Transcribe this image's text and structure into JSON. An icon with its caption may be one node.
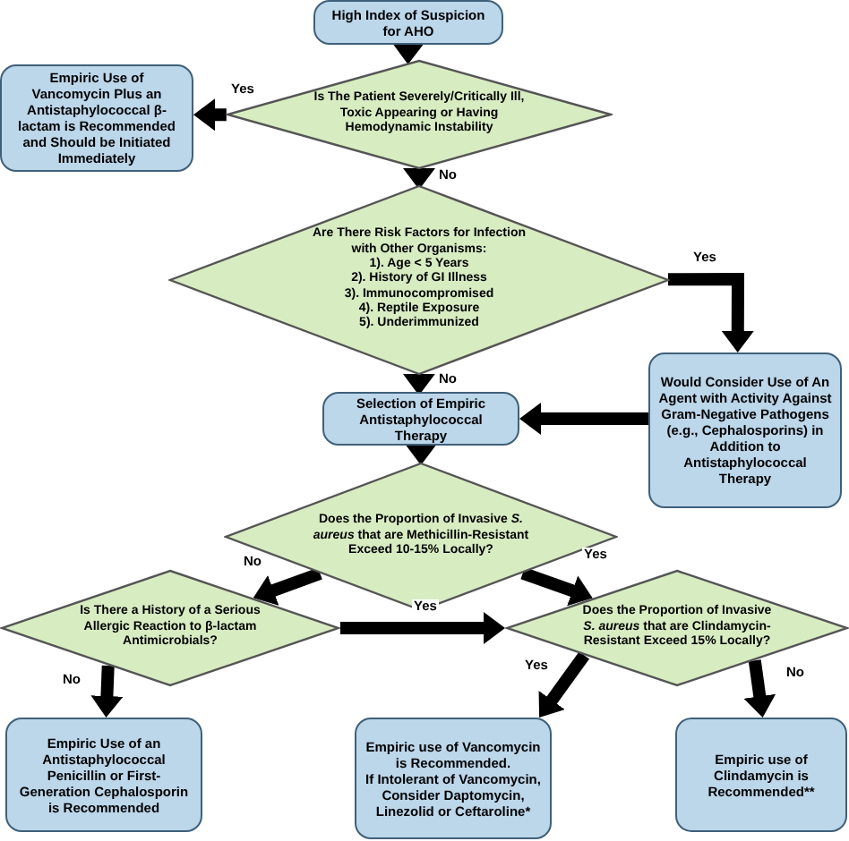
{
  "diagram": {
    "nodes": [
      {
        "text": [
          "High Index of Suspicion for AHO"
        ]
      },
      {
        "text": [
          "Is The Patient Severely/Critically Ill, Toxic Appearing or Having Hemodynamic Instability"
        ]
      },
      {
        "text": [
          "Empiric Use of Vancomycin Plus an Antistaphylococcal β-lactam is Recommended and Should be Initiated Immediately"
        ]
      },
      {
        "text": [
          "Are There Risk Factors for Infection with Other Organisms:",
          "1). Age < 5 Years",
          "2). History of GI Illness",
          "3). Immunocompromised",
          "4). Reptile Exposure",
          "5). Underimmunized"
        ]
      },
      {
        "text": [
          "Selection of Empiric Antistaphylococcal Therapy"
        ]
      },
      {
        "text": [
          "Would Consider Use of An Agent with Activity Against Gram-Negative Pathogens (e.g., Cephalosporins) in Addition to Antistaphylococcal Therapy"
        ]
      },
      {
        "text": [
          "Does the Proportion of Invasive *S. aureus* that are Methicillin-Resistant Exceed 10-15% Locally?"
        ]
      },
      {
        "text": [
          "Is There a History of a Serious Allergic Reaction to β-lactam Antimicrobials?"
        ]
      },
      {
        "text": [
          "Does the Proportion of Invasive *S. aureus* that are Clindamycin-Resistant Exceed 15% Locally?"
        ]
      },
      {
        "text": [
          "Empiric Use of an Antistaphylococcal Penicillin or First-Generation Cephalosporin is Recommended"
        ]
      },
      {
        "text": [
          "Empiric use of Vancomycin is Recommended.",
          "If Intolerant of Vancomycin, Consider Daptomycin,  Linezolid or Ceftaroline*"
        ]
      },
      {
        "text": [
          "Empiric use of Clindamycin is Recommended**"
        ]
      }
    ],
    "edges": [
      {
        "from": 0,
        "to": 1,
        "arrow": "to"
      },
      {
        "from": 1,
        "to": 2,
        "arrow": "to",
        "label": "Yes"
      },
      {
        "from": 1,
        "to": 3,
        "arrow": "to",
        "label": "No"
      },
      {
        "from": 3,
        "to": 5,
        "arrow": "to",
        "label": "Yes"
      },
      {
        "from": 3,
        "to": 4,
        "arrow": "to",
        "label": "No"
      },
      {
        "from": 5,
        "to": 4,
        "arrow": "to"
      },
      {
        "from": 4,
        "to": 6,
        "arrow": "to"
      },
      {
        "from": 6,
        "to": 7,
        "arrow": "to",
        "label": "No"
      },
      {
        "from": 6,
        "to": 8,
        "arrow": "to",
        "label": "Yes"
      },
      {
        "from": 7,
        "to": 8,
        "arrow": "to",
        "label": "Yes"
      },
      {
        "from": 7,
        "to": 9,
        "arrow": "to",
        "label": "No"
      },
      {
        "from": 8,
        "to": 10,
        "arrow": "to",
        "label": "Yes"
      },
      {
        "from": 8,
        "to": 11,
        "arrow": "to",
        "label": "No"
      }
    ]
  }
}
